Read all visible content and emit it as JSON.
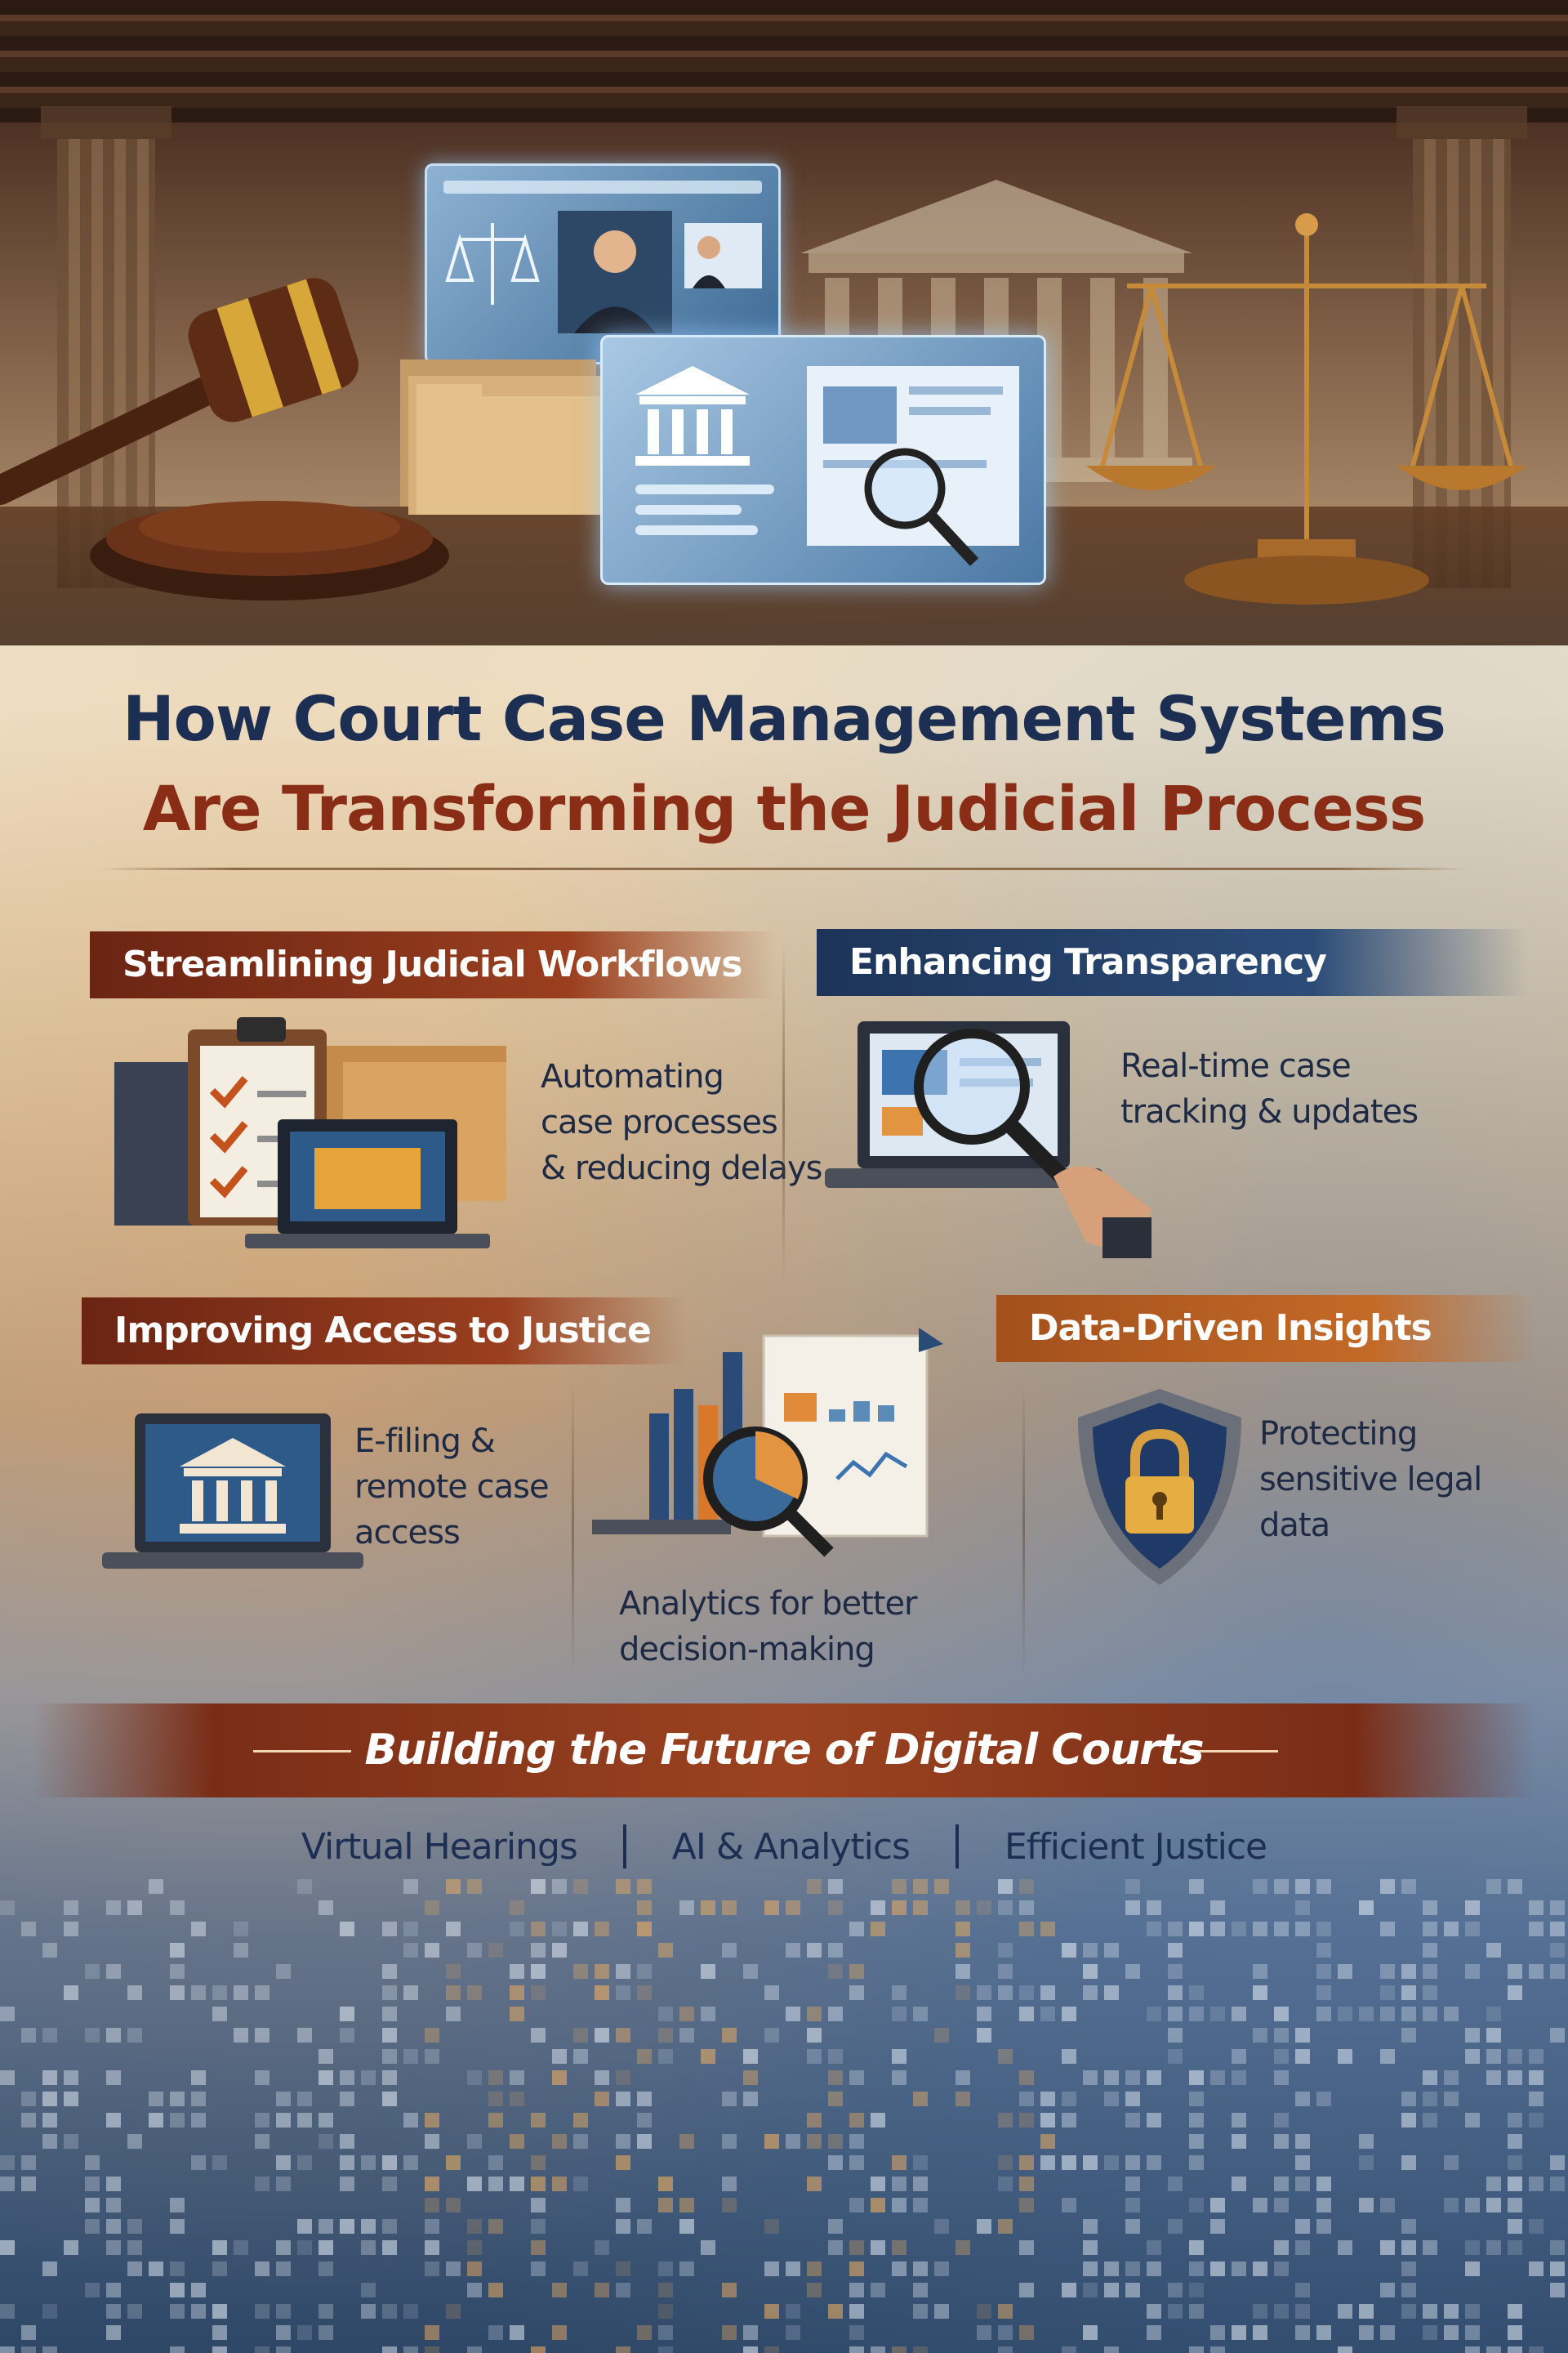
{
  "header": {
    "title_line1": "How Court Case Management Systems",
    "title_line2": "Are Transforming the Judicial Process"
  },
  "sections": [
    {
      "title": "Streamlining Judicial Workflows",
      "desc_lines": [
        "Automating",
        "case processes",
        "& reducing delays"
      ]
    },
    {
      "title": "Enhancing Transparency",
      "desc_lines": [
        "Real-time case",
        "tracking & updates"
      ]
    },
    {
      "title": "Improving Access to Justice",
      "desc_lines": [
        "E-filing &",
        "remote case",
        "access"
      ]
    },
    {
      "title": "",
      "desc_lines": [
        "Analytics for better",
        "decision-making"
      ]
    },
    {
      "title": "Data-Driven Insights",
      "desc_lines": [
        "Protecting",
        "sensitive legal",
        "data"
      ]
    }
  ],
  "footer": {
    "title": "Building the Future of Digital Courts",
    "tags": [
      "Virtual Hearings",
      "AI & Analytics",
      "Efficient Justice"
    ]
  },
  "colors": {
    "navy": "#1c2f52",
    "rust": "#8a2d16",
    "orange": "#c46a28"
  }
}
